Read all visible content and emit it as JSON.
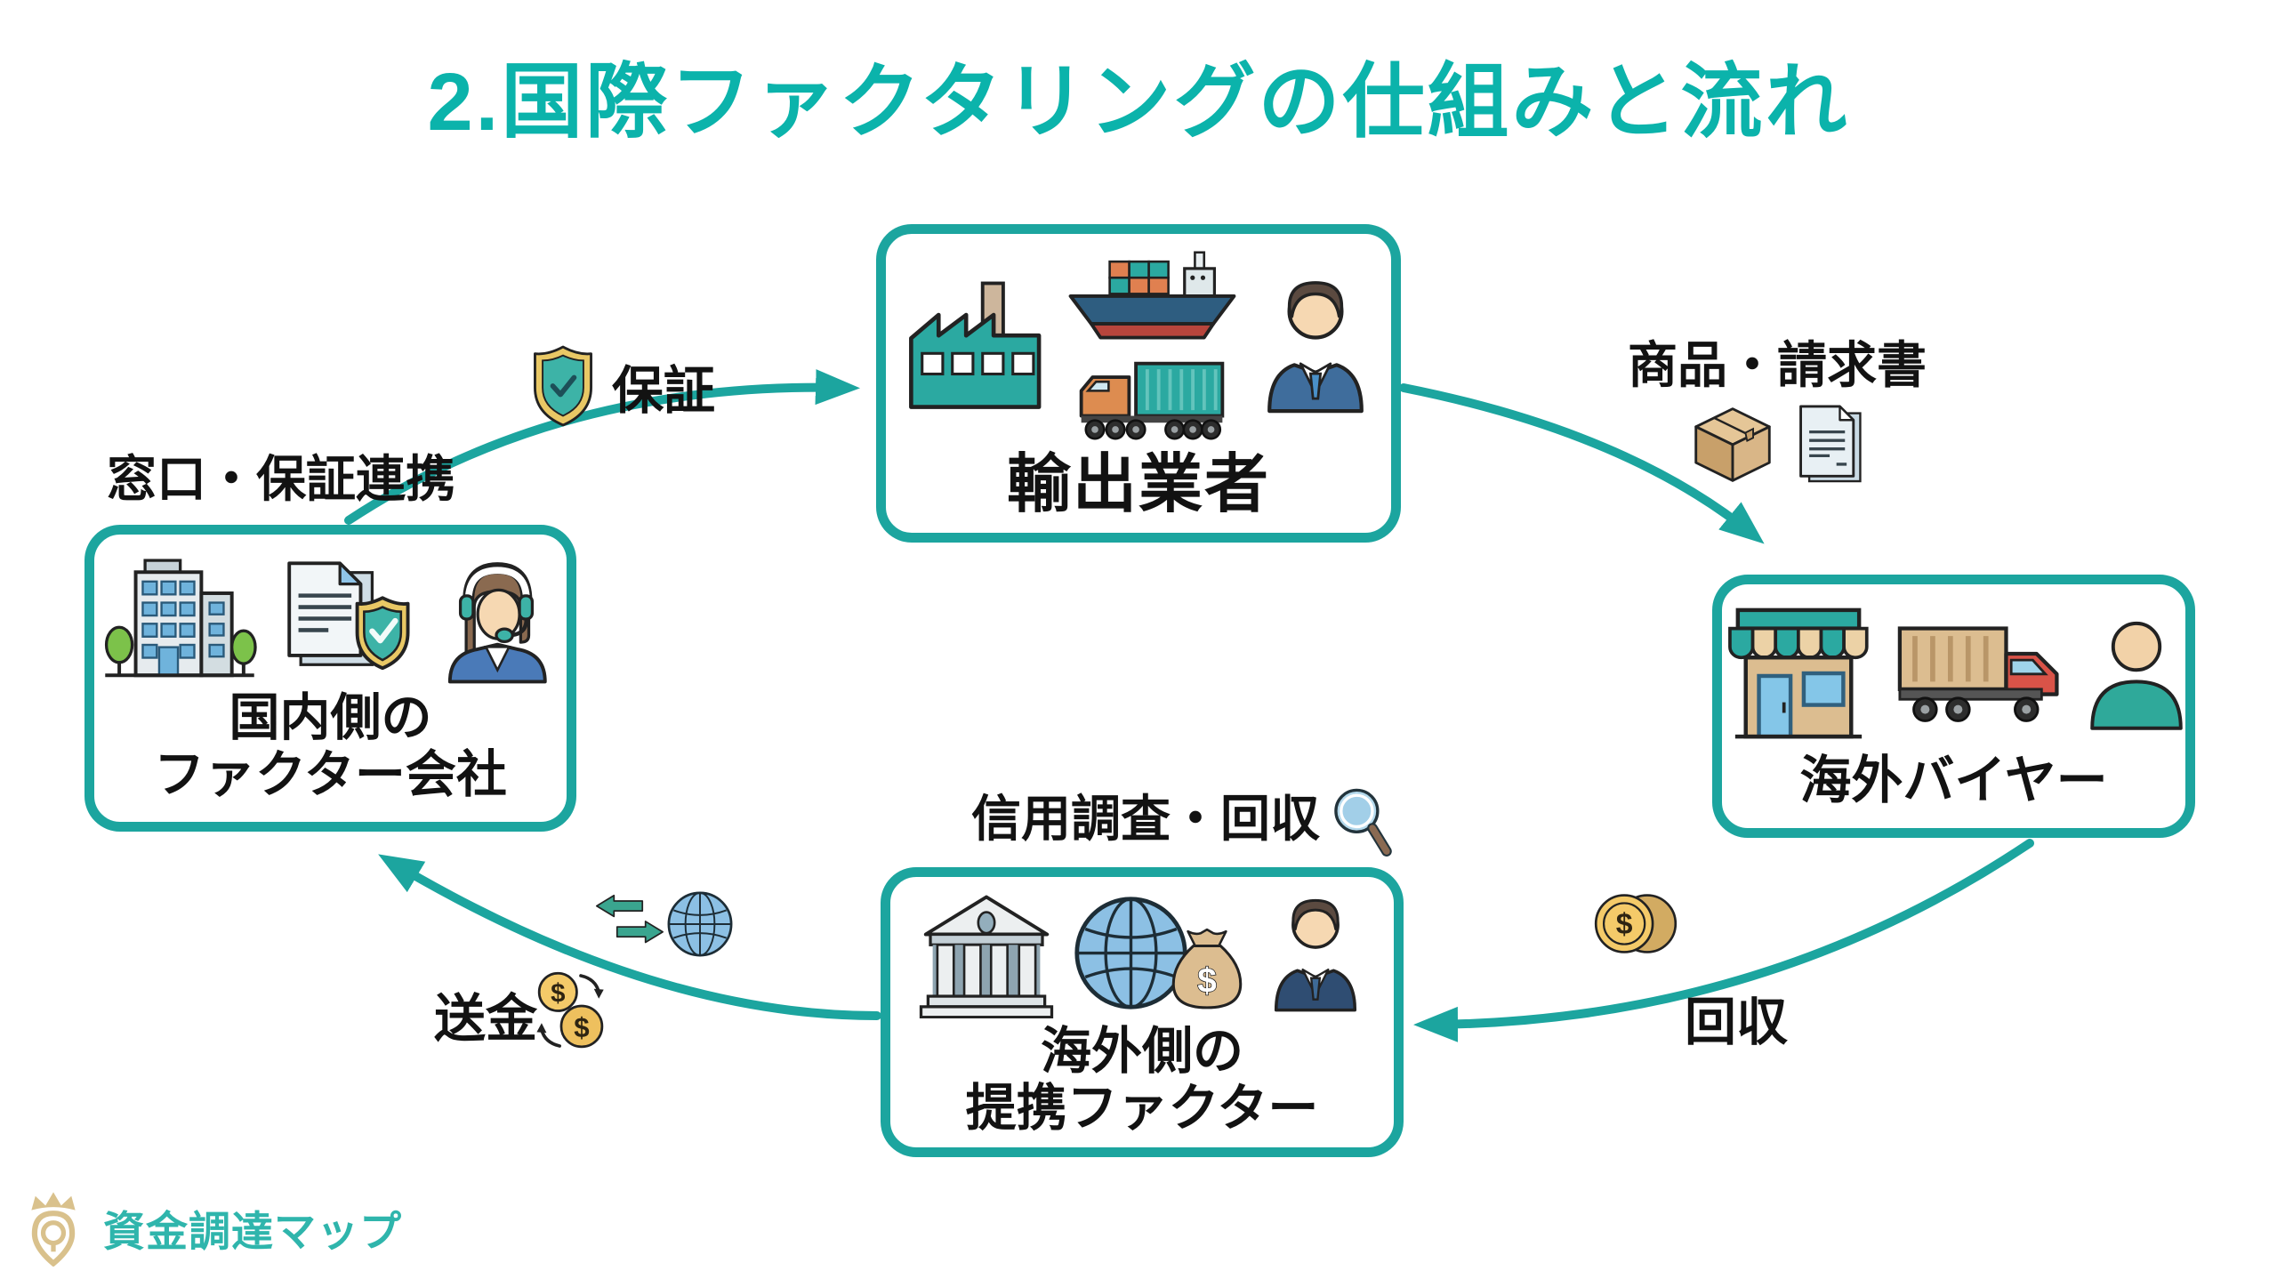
{
  "page": {
    "title": "2.国際ファクタリングの仕組みと流れ",
    "colors": {
      "background": "#ffffff",
      "accent_teal": "#1ca59f",
      "title_teal": "#0bb3ab",
      "text": "#121212",
      "logo_teal": "#2fb5ac",
      "logo_gold": "#d9c18c"
    }
  },
  "nodes": {
    "exporter": {
      "label": "輸出業者",
      "icons": [
        "factory-icon",
        "cargo-ship-icon",
        "container-truck-icon",
        "businessman-icon"
      ]
    },
    "overseas_buyer": {
      "label": "海外バイヤー",
      "icons": [
        "storefront-icon",
        "delivery-truck-icon",
        "person-icon"
      ]
    },
    "overseas_factor": {
      "label_line1": "海外側の",
      "label_line2": "提携ファクター",
      "icons": [
        "bank-icon",
        "globe-icon",
        "money-bag-icon",
        "businessman-icon"
      ]
    },
    "domestic_factor": {
      "label_line1": "国内側の",
      "label_line2": "ファクター会社",
      "icons": [
        "office-buildings-icon",
        "contract-document-icon",
        "shield-check-icon",
        "call-center-agent-icon"
      ]
    }
  },
  "edges": {
    "guarantee": {
      "label": "保証",
      "icon": "shield-check-icon"
    },
    "goods_invoice": {
      "label": "商品・請求書",
      "icons": [
        "package-box-icon",
        "invoice-documents-icon"
      ]
    },
    "collection": {
      "label": "回収",
      "icon": "coins-icon"
    },
    "remittance": {
      "label": "送金",
      "icons": [
        "currency-exchange-icon",
        "transfer-arrows-icon",
        "globe-icon"
      ]
    },
    "window_link": {
      "label": "窓口・保証連携"
    },
    "credit_check": {
      "label": "信用調査・回収",
      "icon": "magnifier-icon"
    }
  },
  "footer": {
    "brand": "資金調達マップ"
  }
}
